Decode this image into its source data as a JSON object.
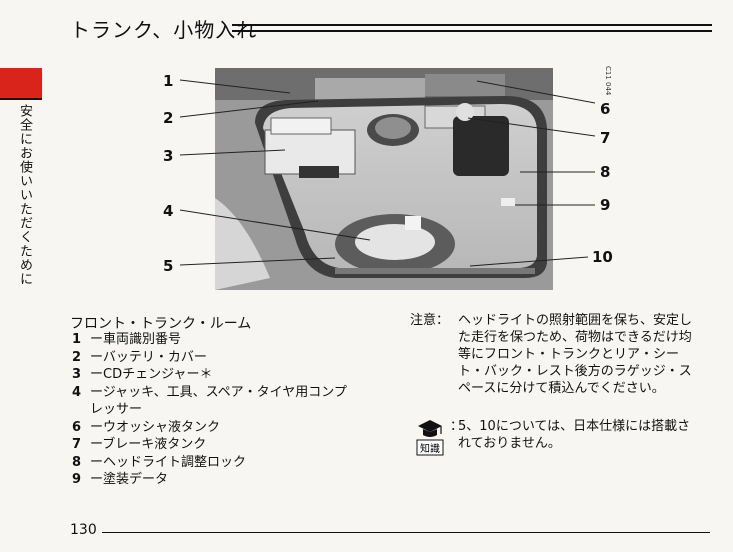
{
  "header": {
    "title": "トランク、小物入れ"
  },
  "side_tab": {
    "label": "安全にお使いいただくために"
  },
  "photo": {
    "code": "C11 044",
    "callouts": [
      "1",
      "2",
      "3",
      "4",
      "5",
      "6",
      "7",
      "8",
      "9",
      "10"
    ]
  },
  "section": {
    "title": "フロント・トランク・ルーム",
    "items": [
      {
        "num": "1",
        "text": "ー車両識別番号"
      },
      {
        "num": "2",
        "text": "ーバッテリ・カバー"
      },
      {
        "num": "3",
        "text": "ーCDチェンジャー＊"
      },
      {
        "num": "4",
        "text": "ージャッキ、工具、スペア・タイヤ用コンプ",
        "cont": "レッサー"
      },
      {
        "num": "6",
        "text": "ーウオッシャ液タンク"
      },
      {
        "num": "7",
        "text": "ーブレーキ液タンク"
      },
      {
        "num": "8",
        "text": "ーヘッドライト調整ロック"
      },
      {
        "num": "9",
        "text": "ー塗装データ"
      }
    ]
  },
  "notes": {
    "note_label": "注意：",
    "note_lines": [
      "ヘッドライトの照射範囲を保ち、安定し",
      "た走行を保つため、荷物はできるだけ均",
      "等にフロント・トランクとリア・シー",
      "ト・バック・レスト後方のラゲッジ・ス",
      "ペースに分けて積込んでください。"
    ],
    "knowledge_icon_text": "知識",
    "knowledge_colon": "：",
    "knowledge_lines": [
      "5、10については、日本仕様には搭載さ",
      "れておりません。"
    ]
  },
  "footer": {
    "page": "130"
  }
}
